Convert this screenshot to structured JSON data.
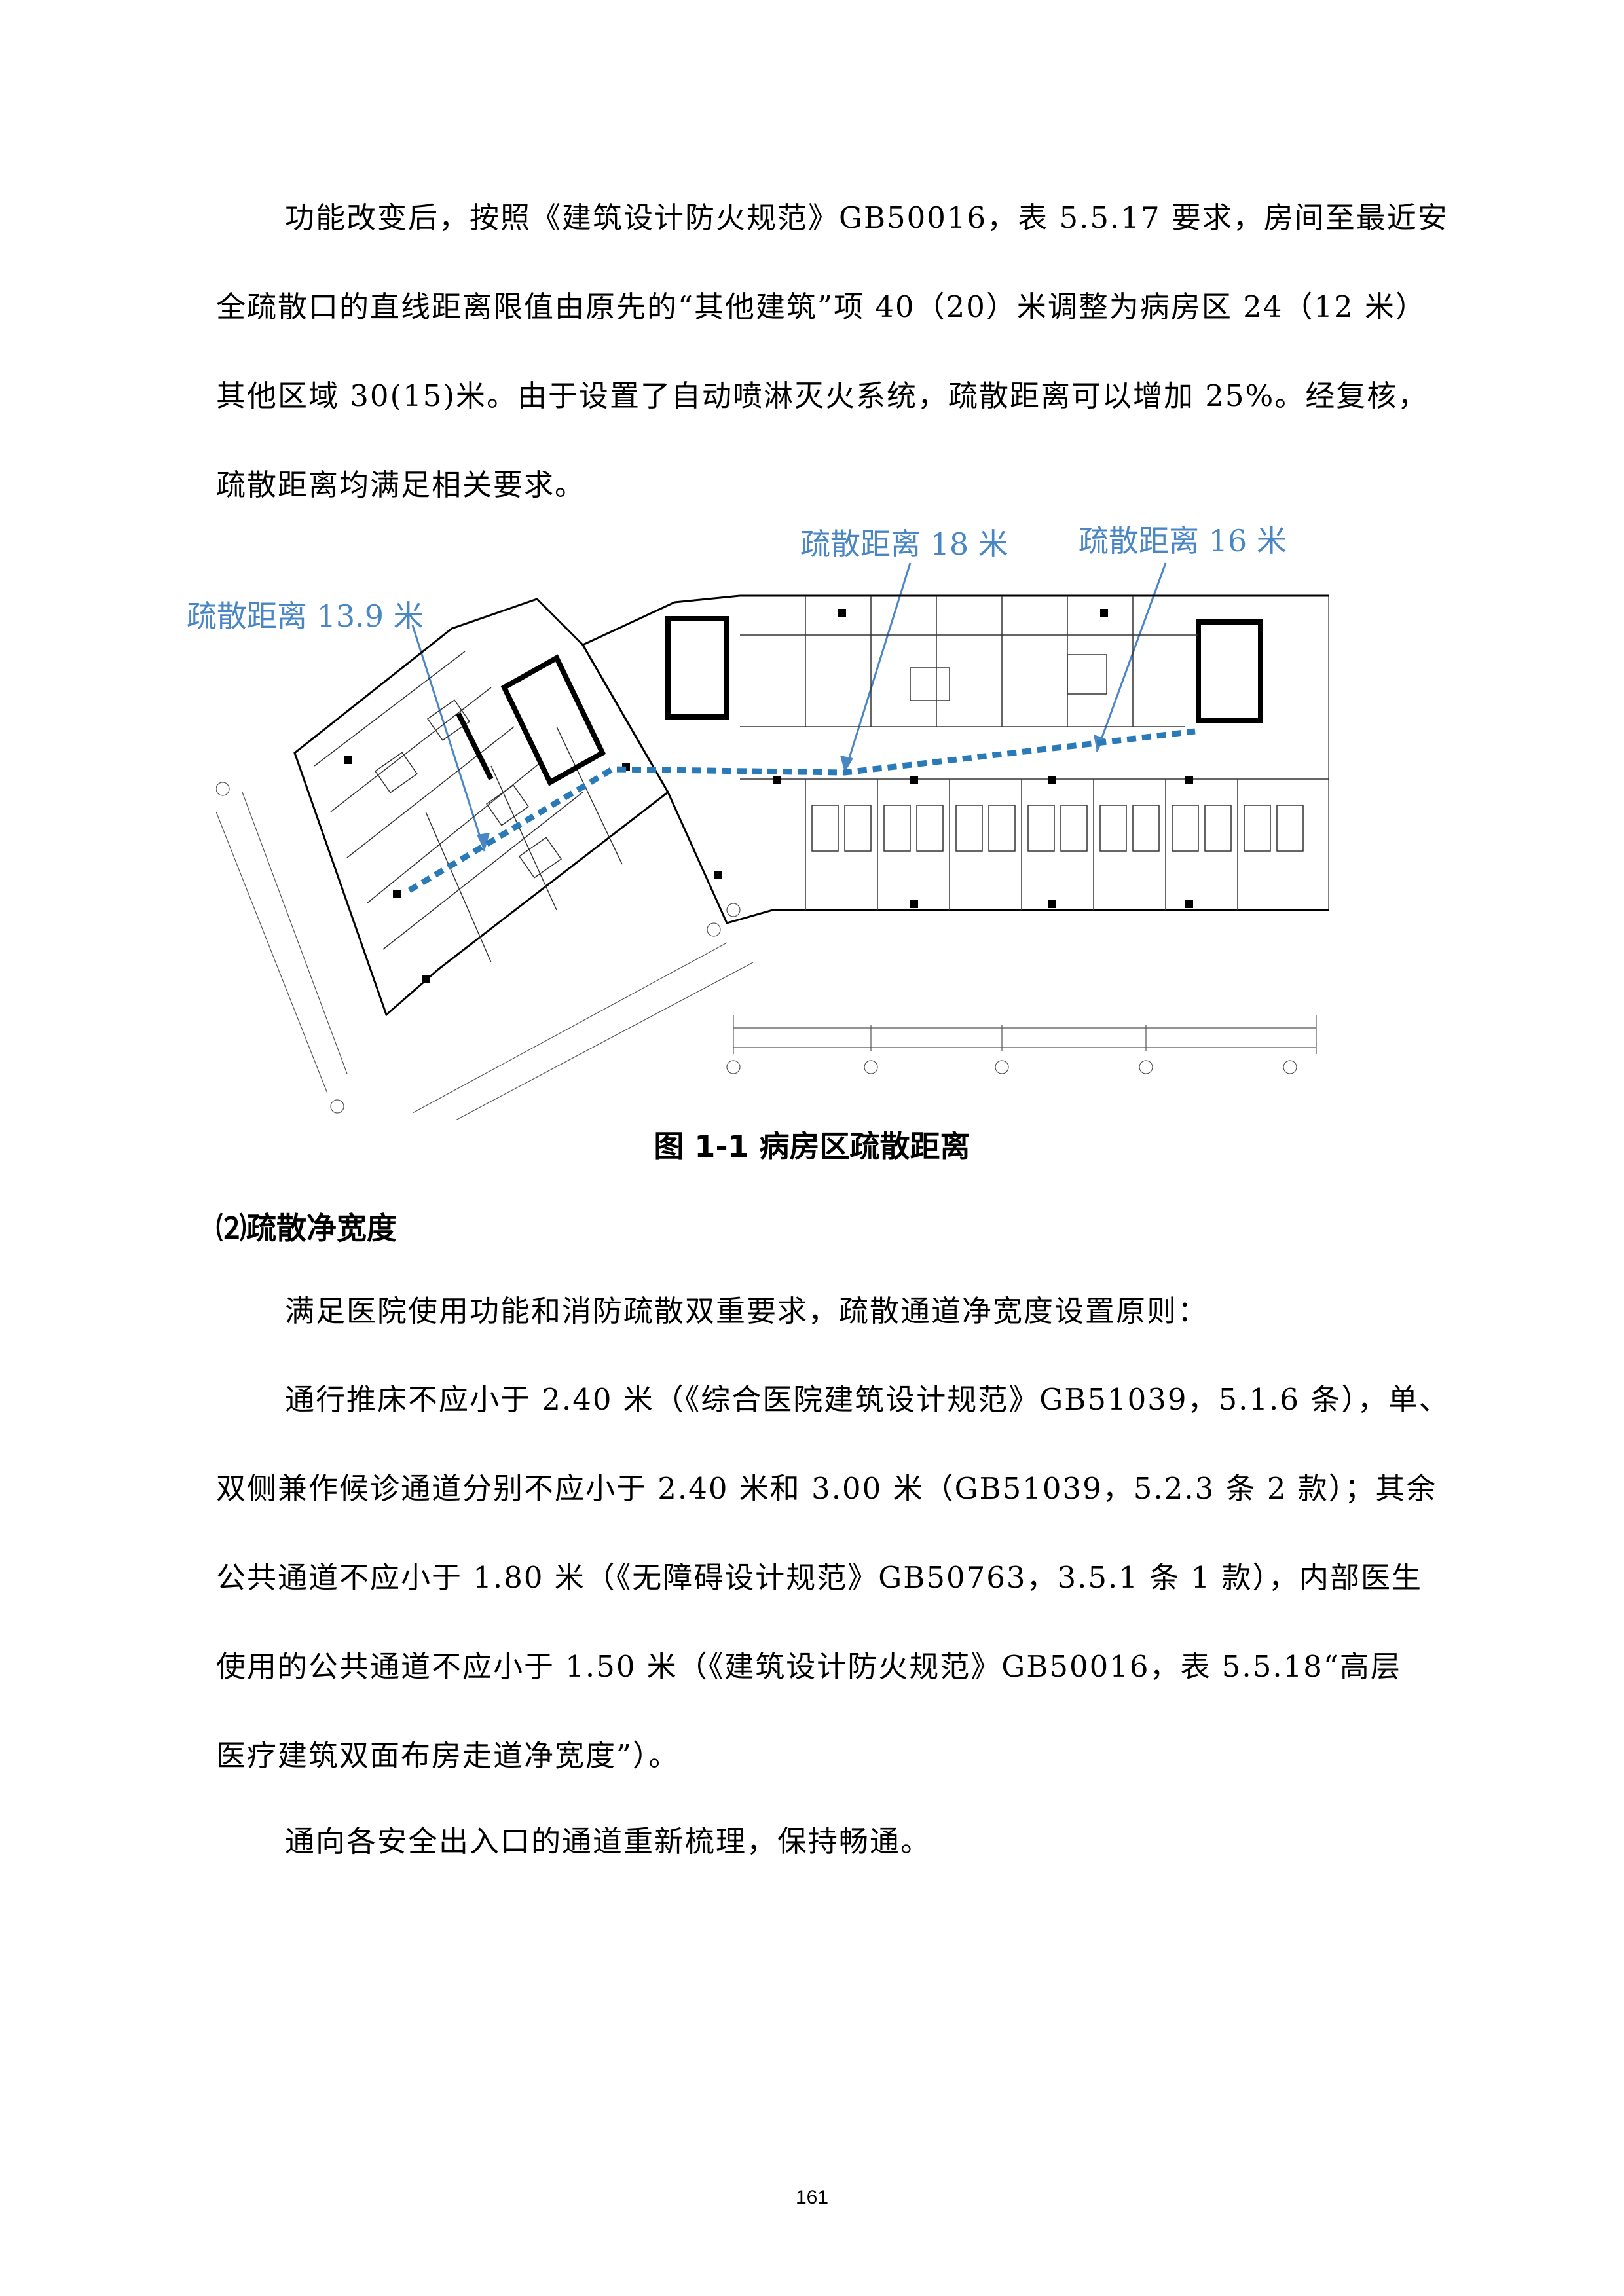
{
  "paragraph1": {
    "lines": [
      "功能改变后，按照《建筑设计防火规范》GB50016，表 5.5.17 要求，房间至最近安",
      "全疏散口的直线距离限值由原先的“其他建筑”项 40（20）米调整为病房区 24（12 米）",
      "其他区域 30(15)米。由于设置了自动喷淋灭火系统，疏散距离可以增加 25%。经复核，",
      "疏散距离均满足相关要求。"
    ]
  },
  "figure": {
    "annotations": [
      "疏散距离 13.9 米",
      "疏散距离 18 米",
      "疏散距离 16 米"
    ],
    "line_color": "#2a7ab8",
    "annotation_color": "#4a86c4",
    "caption": "图 1-1 病房区疏散距离"
  },
  "section_heading": "⑵疏散净宽度",
  "paragraph2": {
    "lines": [
      "满足医院使用功能和消防疏散双重要求，疏散通道净宽度设置原则："
    ]
  },
  "paragraph3": {
    "lines": [
      "通行推床不应小于 2.40 米（《综合医院建筑设计规范》GB51039，5.1.6 条），单、",
      "双侧兼作候诊通道分别不应小于 2.40 米和 3.00 米（GB51039，5.2.3 条 2 款）；其余",
      "公共通道不应小于 1.80 米（《无障碍设计规范》GB50763，3.5.1 条 1 款），内部医生",
      "使用的公共通道不应小于 1.50 米（《建筑设计防火规范》GB50016，表 5.5.18“高层",
      "医疗建筑双面布房走道净宽度”）。"
    ]
  },
  "paragraph4": {
    "lines": [
      "通向各安全出入口的通道重新梳理，保持畅通。"
    ]
  },
  "page_number": "161"
}
